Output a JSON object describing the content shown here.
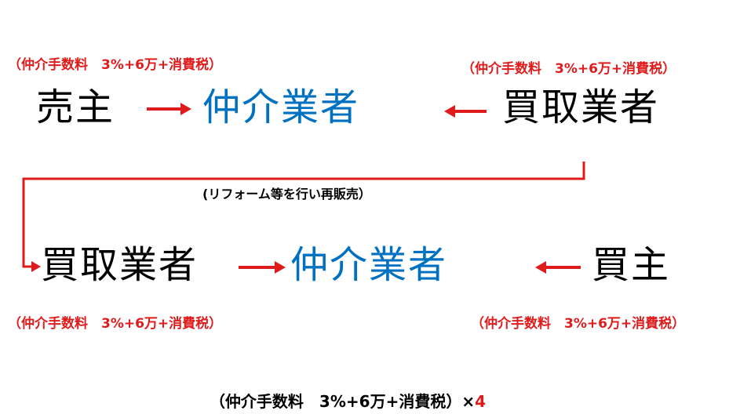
{
  "colors": {
    "accent_red": "#e01b1b",
    "intermediary_blue": "#0070c0",
    "party_black": "#000000"
  },
  "fees": {
    "row1_left": "（仲介手数料　3%+6万+消費税）",
    "row1_right": "（仲介手数料　3%+6万+消費税）",
    "row2_left": "（仲介手数料　3%+6万+消費税）",
    "row2_right": "（仲介手数料　3%+6万+消費税）"
  },
  "row1": {
    "seller": "売主",
    "agent": "仲介業者",
    "buyer_company": "買取業者"
  },
  "resale_note": "(リフォーム等を行い再販売）",
  "row2": {
    "buyer_company": "買取業者",
    "agent": "仲介業者",
    "buyer": "買主"
  },
  "total": {
    "label": "（仲介手数料　3%+6万+消費税）×",
    "multiplier": "4"
  }
}
